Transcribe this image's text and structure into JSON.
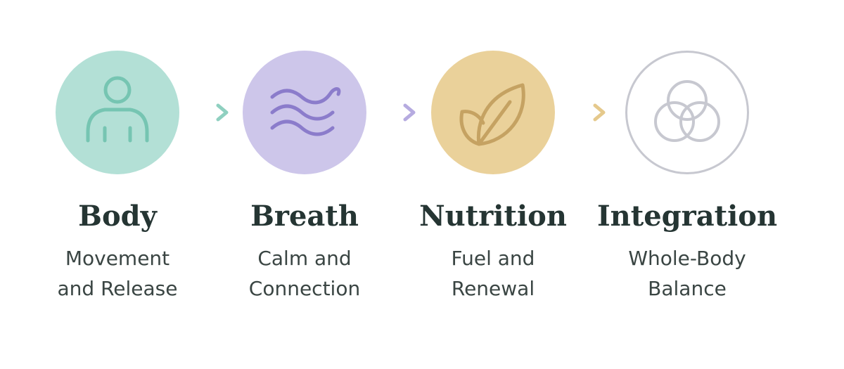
{
  "steps": [
    {
      "title": "Body",
      "subtitle_lines": [
        "Movement",
        "and Release"
      ],
      "icon": "person-icon",
      "fill_color": "#b3e0d6",
      "stroke_color": "#76c5b2"
    },
    {
      "title": "Breath",
      "subtitle_lines": [
        "Calm and",
        "Connection"
      ],
      "icon": "breath-waves-icon",
      "fill_color": "#cdc6ea",
      "stroke_color": "#8b7ccb"
    },
    {
      "title": "Nutrition",
      "subtitle_lines": [
        "Fuel and",
        "Renewal"
      ],
      "icon": "leaf-icon",
      "fill_color": "#ead19a",
      "stroke_color": "#c5a262"
    },
    {
      "title": "Integration",
      "subtitle_lines": [
        "Whole-Body",
        "Balance"
      ],
      "icon": "overlapping-circles-icon",
      "fill_color": "#ffffff",
      "stroke_color": "#c7c8d0"
    }
  ],
  "arrows": [
    {
      "color": "#8fd0c0",
      "fade_from": "#ffffff"
    },
    {
      "color": "#b6abe0",
      "fade_from": "#ffffff"
    },
    {
      "color": "#e5c98c",
      "fade_from": "#ffffff"
    }
  ]
}
